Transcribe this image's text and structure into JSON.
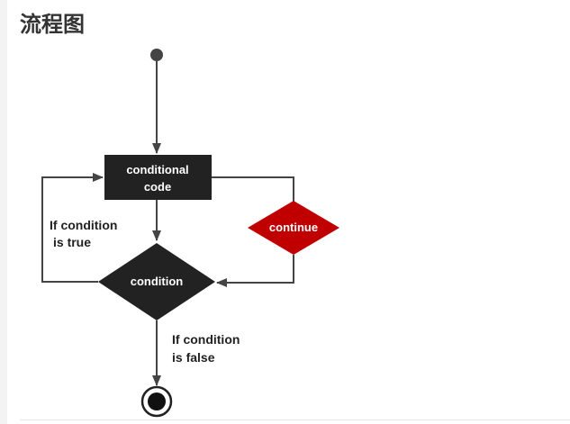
{
  "page": {
    "title": "流程图"
  },
  "diagram": {
    "nodes": {
      "process_box": {
        "label_line1": "conditional",
        "label_line2": "code"
      },
      "continue_diamond": {
        "label": "continue"
      },
      "condition_diamond": {
        "label": "condition"
      }
    },
    "edge_labels": {
      "true_branch": {
        "line1": "If condition",
        "line2": "is true"
      },
      "false_branch": {
        "line1": "If condition",
        "line2": "is false"
      }
    },
    "colors": {
      "node_fill": "#222222",
      "continue_fill": "#c00000",
      "line": "#444444",
      "node_text": "#ffffff",
      "label_text": "#222222"
    }
  }
}
